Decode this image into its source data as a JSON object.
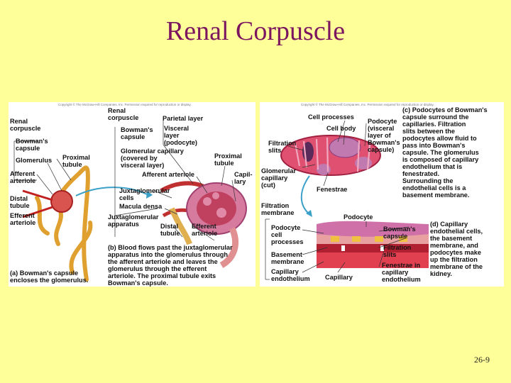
{
  "slide": {
    "title": "Renal Corpuscle",
    "number": "26-9"
  },
  "left_panel": {
    "copyright": "Copyright © The McGraw-Hill Companies, Inc. Permission required for reproduction or display.",
    "labels": {
      "renal_corpuscle_left": "Renal\ncorpuscle",
      "renal_corpuscle_top": "Renal\ncorpuscle",
      "parietal_layer": "Parietal layer",
      "visceral_layer": "Visceral\nlayer\n(podocyte)",
      "bowmans_capsule_top": "Bowman's\ncapsule",
      "bowmans_capsule_left": "Bowman's\ncapsule",
      "glomerulus": "Glomerulus",
      "proximal_tubule_left": "Proximal\ntubule",
      "glomerular_capillary": "Glomerular capillary\n(covered by\nvisceral layer)",
      "proximal_tubule_right": "Proximal\ntubule",
      "afferent_arteriole_left": "Afferent\narteriole",
      "afferent_arteriole_top": "Afferent arteriole",
      "capillary": "Capil-\nlary",
      "juxtaglomerular_cells": "Juxtaglomerular\ncells",
      "macula_densa": "Macula densa",
      "distal_tubule_left": "Distal\ntubule",
      "efferent_arteriole_left": "Efferent\narteriole",
      "juxtaglomerular_apparatus": "Juxtaglomerular\napparatus",
      "distal_tubule_bottom": "Distal\ntubule",
      "efferent_arteriole_bottom": "Efferent\narteriole",
      "caption_a": "(a) Bowman's capsule\nencloses the glomerulus.",
      "caption_b": "(b) Blood flows past the juxtaglomerular\napparatus into the glomerulus through\nthe afferent arteriole and leaves the\nglomerulus through the efferent\narteriole. The proximal tubule exits\nBowman's capsule."
    }
  },
  "right_panel": {
    "copyright": "Copyright © The McGraw-Hill Companies, Inc. Permission required for reproduction or display.",
    "labels": {
      "cell_processes": "Cell processes",
      "cell_body": "Cell body",
      "podocyte_visceral": "Podocyte\n(visceral\nlayer of\nBowman's\ncapsule)",
      "filtration_slits": "Filtration\nslits",
      "glomerular_capillary_cut": "Glomerular\ncapillary\n(cut)",
      "fenestrae": "Fenestrae",
      "filtration_membrane": "Filtration\nmembrane",
      "podocyte": "Podocyte",
      "podocyte_cell_processes": "Podocyte\ncell\nprocesses",
      "bowmans_capsule": "Bowman's\ncapsule",
      "filtration_slits_bottom": "Filtration\nslits",
      "basement_membrane": "Basement\nmembrane",
      "fenestrae_in_capillary": "Fenestrae in\ncapillary\nendothelium",
      "capillary_endothelium": "Capillary\nendothelium",
      "capillary": "Capillary",
      "caption_c": "(c) Podocytes of Bowman's\ncapsule surround the\ncapillaries. Filtration\nslits between the\npodocytes allow fluid to\npass into Bowman's\ncapsule. The glomerulus\nis composed of capillary\nendothelium that is\nfenestrated.\nSurrounding the\nendothelial cells is a\nbasement membrane.",
      "caption_d": "(d) Capillary\nendothelial cells,\nthe basement\nmembrane, and\npodocytes make\nup the filtration\nmembrane of the\nkidney."
    }
  }
}
